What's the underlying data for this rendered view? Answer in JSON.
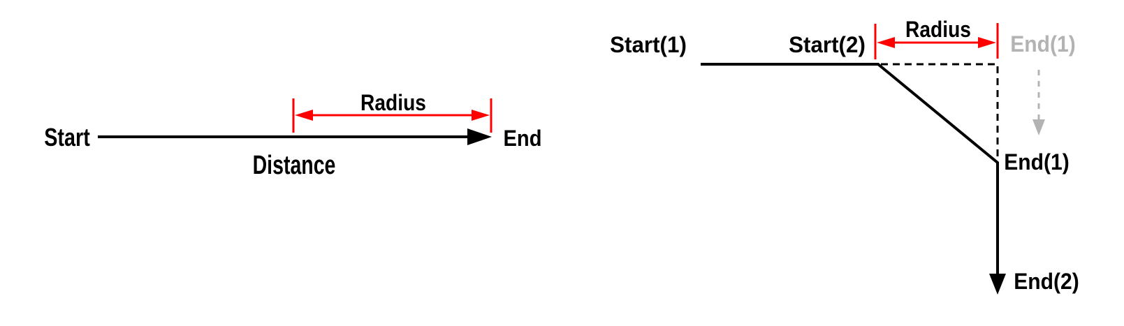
{
  "canvas": {
    "background": "#ffffff"
  },
  "colors": {
    "path_black": "#000000",
    "measure_red": "#ff0000",
    "ghost_gray": "#b3b3b3"
  },
  "left_diagram": {
    "labels": {
      "start": "Start",
      "end": "End",
      "distance": "Distance",
      "radius": "Radius"
    }
  },
  "right_diagram": {
    "labels": {
      "start1": "Start(1)",
      "start2": "Start(2)",
      "radius": "Radius",
      "end1_ghost": "End(1)",
      "end1": "End(1)",
      "end2": "End(2)"
    }
  }
}
